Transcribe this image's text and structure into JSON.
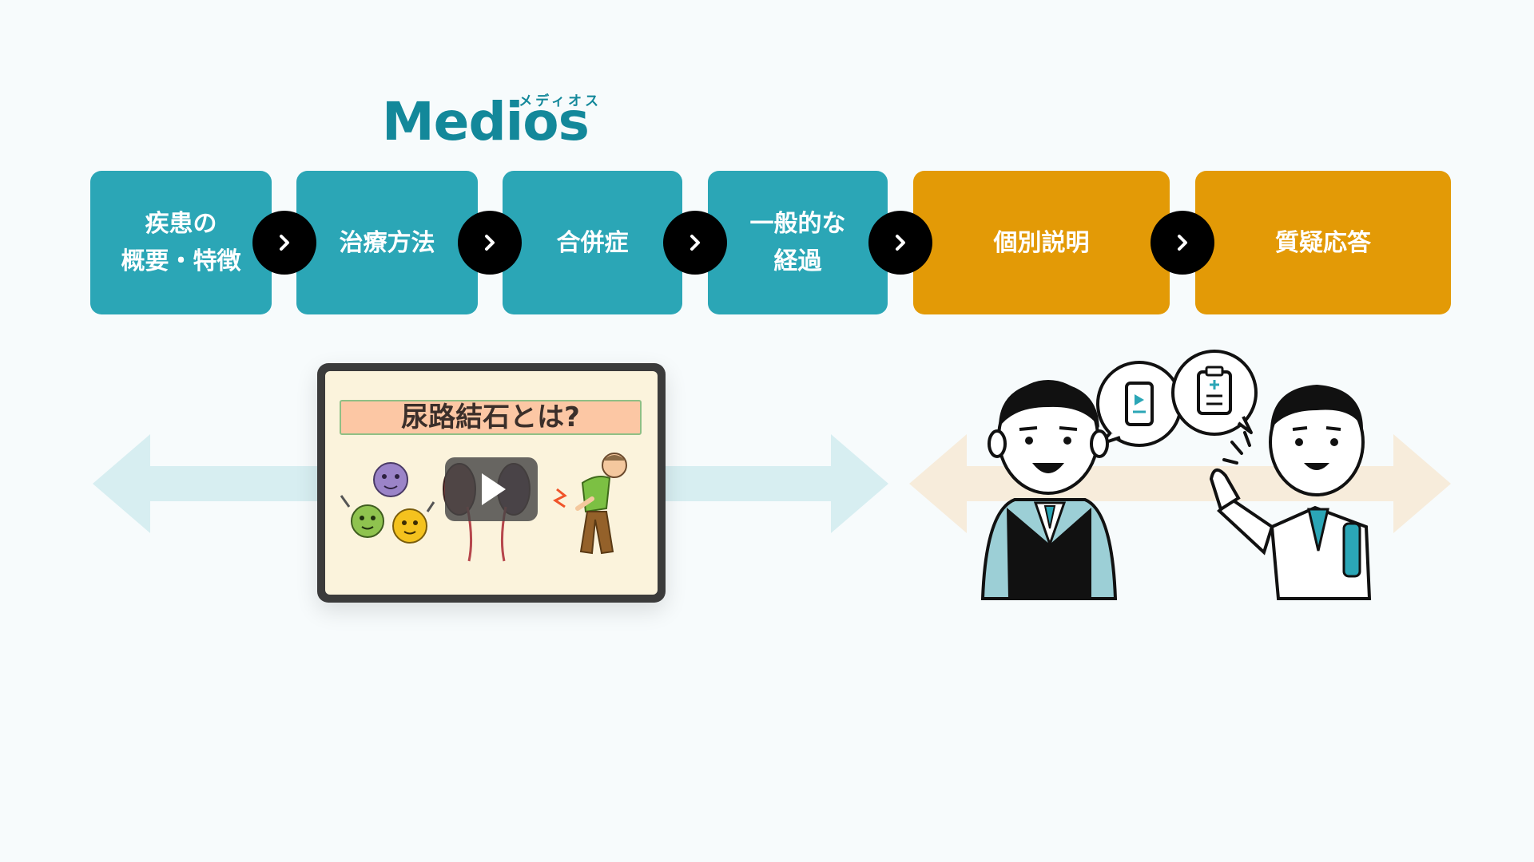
{
  "logo": {
    "wordmark": "Medios",
    "kana": "メディオス"
  },
  "steps": [
    {
      "label": "疾患の\n概要・特徴",
      "group": "video"
    },
    {
      "label": "治療方法",
      "group": "video"
    },
    {
      "label": "合併症",
      "group": "video"
    },
    {
      "label": "一般的な\n経過",
      "group": "video"
    },
    {
      "label": "個別説明",
      "group": "doctor"
    },
    {
      "label": "質疑応答",
      "group": "doctor"
    }
  ],
  "video": {
    "title": "尿路結石とは?"
  },
  "colors": {
    "teal": "#2ba6b6",
    "orange": "#e39a06",
    "logo": "#13889a",
    "arrow_teal": "#d7eef1",
    "arrow_orange": "#f7ecdb",
    "chevron_bg": "#000000"
  },
  "icons": [
    "chevron-right-icon",
    "play-icon",
    "smartphone-icon",
    "clipboard-icon"
  ]
}
